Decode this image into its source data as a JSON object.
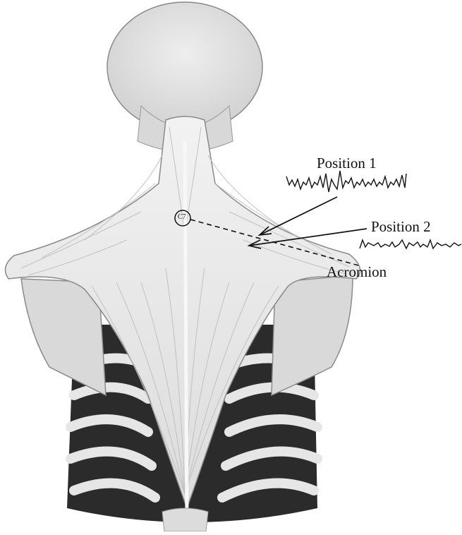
{
  "labels": {
    "position1": "Position 1",
    "position2": "Position 2",
    "acromion": "Acromion",
    "c7": "C7"
  }
}
